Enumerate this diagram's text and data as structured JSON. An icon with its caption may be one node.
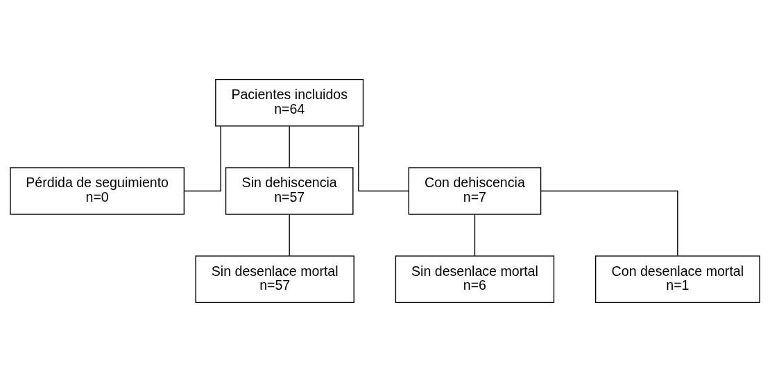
{
  "diagram": {
    "nodes": [
      {
        "text": [
          "Pacientes incluidos",
          "n=64"
        ]
      },
      {
        "text": [
          "Pérdida de seguimiento",
          "n=0"
        ]
      },
      {
        "text": [
          "Sin dehiscencia",
          "n=57"
        ]
      },
      {
        "text": [
          "Con dehiscencia",
          "n=7"
        ]
      },
      {
        "text": [
          "Sin desenlace mortal",
          "n=57"
        ]
      },
      {
        "text": [
          "Sin desenlace mortal",
          "n=6"
        ]
      },
      {
        "text": [
          "Con desenlace mortal",
          "n=1"
        ]
      }
    ],
    "edges": [
      {
        "from": 0,
        "to": 1,
        "arrow": "none"
      },
      {
        "from": 0,
        "to": 2,
        "arrow": "none"
      },
      {
        "from": 0,
        "to": 3,
        "arrow": "none"
      },
      {
        "from": 2,
        "to": 4,
        "arrow": "none"
      },
      {
        "from": 3,
        "to": 5,
        "arrow": "none"
      },
      {
        "from": 3,
        "to": 6,
        "arrow": "none"
      }
    ]
  }
}
